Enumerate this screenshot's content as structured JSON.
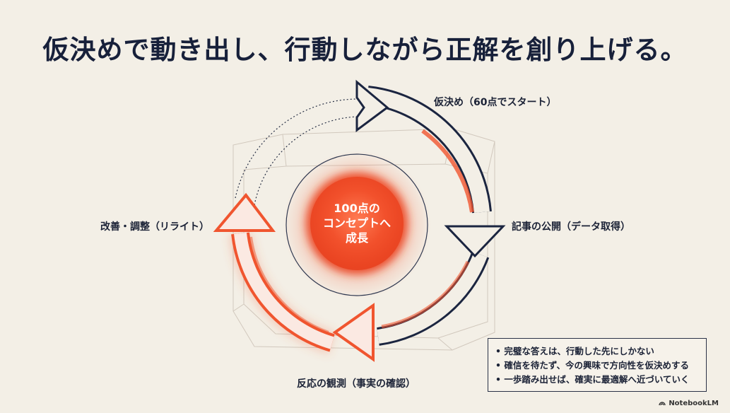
{
  "title": "仮決めで動き出し、行動しながら正解を創り上げる。",
  "center": {
    "lines": [
      "100点の",
      "コンセプトへ",
      "成長"
    ]
  },
  "stages": {
    "top": "仮決め（60点でスタート）",
    "right": "記事の公開（データ取得）",
    "bottom": "反応の観測（事実の確認）",
    "left": "改善・調整（リライト）"
  },
  "notes": [
    "• 完璧な答えは、行動した先にしかない",
    "• 確信を待たず、今の興味で方向性を仮決めする",
    "• 一歩踏み出せば、確実に最適解へ近づいていく"
  ],
  "brand": "NotebookLM",
  "colors": {
    "background": "#f3efe6",
    "navy": "#1b2540",
    "accent": "#f0552f"
  }
}
